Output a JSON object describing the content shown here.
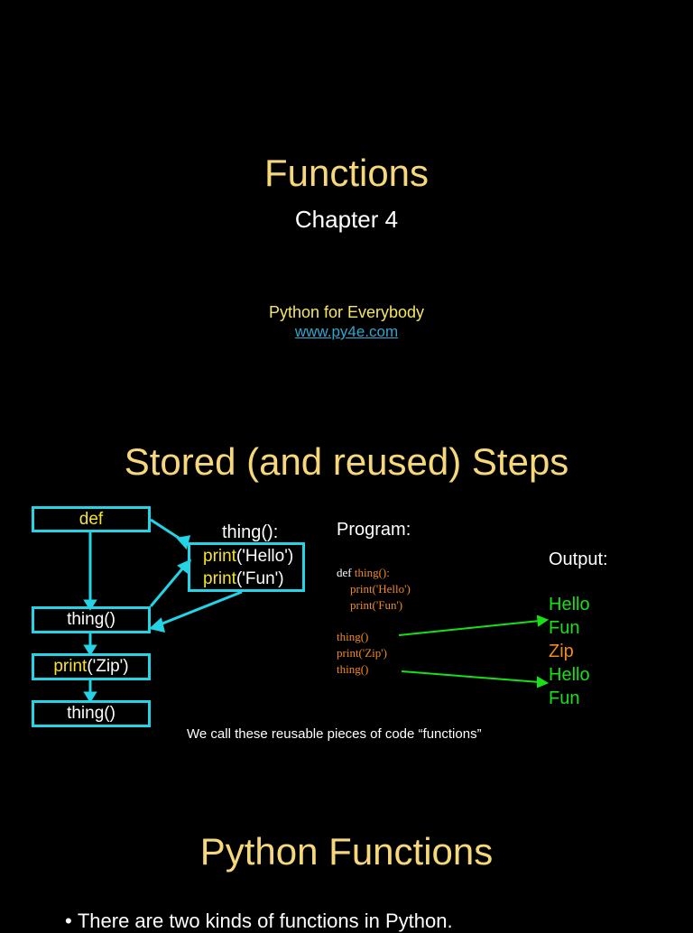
{
  "slide1": {
    "title": "Functions",
    "subtitle": "Chapter 4",
    "book": "Python for Everybody",
    "url": "www.py4e.com"
  },
  "slide2": {
    "title": "Stored (and reused) Steps",
    "flow": {
      "def_box": "def",
      "func_name": "thing():",
      "body_line1_kw": "print",
      "body_line1_arg": "('Hello')",
      "body_line2_kw": "print",
      "body_line2_arg": "('Fun')",
      "call1": "thing()",
      "print_kw": "print",
      "print_arg": "('Zip')",
      "call2": "thing()"
    },
    "program_label": "Program:",
    "code": {
      "def_kw": "def ",
      "def_name": "thing():",
      "line1": "print('Hello')",
      "line2": "print('Fun')",
      "call1": "thing()",
      "call2": "print('Zip')",
      "call3": "thing()"
    },
    "output_label": "Output:",
    "output": [
      "Hello",
      "Fun",
      "Zip",
      "Hello",
      "Fun"
    ],
    "caption": "We call these reusable pieces of code “functions”",
    "colors": {
      "box_border": "#22d4e6",
      "arrow_green": "#17e017",
      "keyword_yellow": "#f6e32a",
      "code_orange": "#f08a1c"
    }
  },
  "slide3": {
    "title": "Python Functions",
    "bullet": "There are two kinds of functions in Python."
  }
}
